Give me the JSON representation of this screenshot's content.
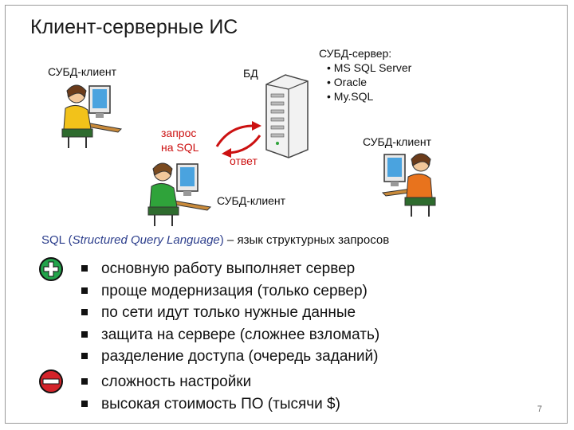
{
  "slide": {
    "title": "Клиент-серверные ИС",
    "page_number": "7"
  },
  "diagram": {
    "client_top_left_label": "СУБД-клиент",
    "db_label": "БД",
    "server_label": "СУБД-сервер:",
    "server_products": [
      "• MS SQL Server",
      "• Oracle",
      "• My.SQL"
    ],
    "request_label_line1": "запрос",
    "request_label_line2": "на SQL",
    "response_label": "ответ",
    "client_right_label": "СУБД-клиент",
    "client_bottom_label": "СУБД-клиент",
    "colors": {
      "request_arrow": "#cc1111",
      "client_left_shirt": "#f2c21a",
      "client_middle_shirt": "#2fa33a",
      "client_right_shirt": "#e8731d",
      "plus_badge": "#22a34a",
      "minus_badge": "#d4232a"
    }
  },
  "definition": {
    "abbr": "SQL",
    "open_paren": " (",
    "full_name": "Structured Query Language",
    "close_paren": ")",
    "description": " – язык структурных запросов"
  },
  "advantages": [
    "основную работу выполняет сервер",
    "проще модернизация (только сервер)",
    "по сети идут только нужные данные",
    "защита на сервере (сложнее взломать)",
    "разделение доступа (очередь заданий)"
  ],
  "disadvantages": [
    "сложность настройки",
    "высокая стоимость ПО (тысячи $)"
  ]
}
